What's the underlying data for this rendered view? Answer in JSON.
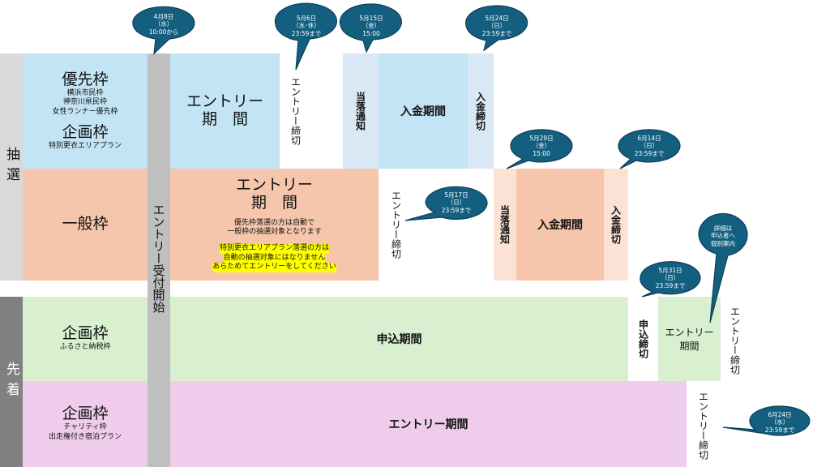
{
  "colors": {
    "lottery_label_bg": "#d9d9d9",
    "firstcome_label_bg": "#808080",
    "priority_blue": "#c3e4f4",
    "priority_light": "#dae8f5",
    "general_orange": "#f5c6ab",
    "general_light": "#fbe2d5",
    "furusato_green": "#d8f0d0",
    "charity_pink": "#f0ccec",
    "start_bar": "#bfbfbf",
    "callout": "#145f80"
  },
  "side_labels": {
    "lottery": "抽選",
    "first_come": "先着"
  },
  "start_bar_label": "エントリー受付開始",
  "rows": {
    "priority": {
      "title": "優先枠",
      "sub": [
        "横浜市民枠",
        "神奈川県民枠",
        "女性ランナー優先枠"
      ],
      "title2": "企画枠",
      "sub2": "特別更衣エリアプラン",
      "entry_period": [
        "エントリー",
        "期　間"
      ],
      "entry_deadline": "エントリー締切",
      "notice": "当落通知",
      "payment": "入金期間",
      "payment_deadline": "入金締切"
    },
    "general": {
      "title": "一般枠",
      "entry_period": [
        "エントリー",
        "期　間"
      ],
      "note1": [
        "優先枠落選の方は自動で",
        "一般枠の抽選対象となります"
      ],
      "note2": [
        "特別更衣エリアプラン落選の方は",
        "自動の抽選対象にはなりません",
        "あらためてエントリーをしてください"
      ],
      "entry_deadline": "エントリー締切",
      "notice": "当落通知",
      "payment": "入金期間",
      "payment_deadline": "入金締切"
    },
    "furusato": {
      "title": "企画枠",
      "sub": "ふるさと納税枠",
      "apply_period": "申込期間",
      "apply_deadline": "申込締切",
      "entry_period": [
        "エントリー",
        "期間"
      ],
      "entry_deadline": "エントリー締切"
    },
    "charity": {
      "title": "企画枠",
      "sub": [
        "チャリティ枠",
        "出走権付き宿泊プラン"
      ],
      "entry_period": "エントリー期間",
      "entry_deadline": "エントリー締切"
    }
  },
  "callouts": [
    {
      "id": "start",
      "lines": [
        "4月8日",
        "（水）",
        "10:00から"
      ]
    },
    {
      "id": "priority-entry-deadline",
      "lines": [
        "5月6日",
        "（水･休）",
        "23:59まで"
      ]
    },
    {
      "id": "priority-notice",
      "lines": [
        "5月15日",
        "（金）",
        "15:00"
      ]
    },
    {
      "id": "priority-payment-deadline",
      "lines": [
        "5月24日",
        "（日）",
        "23:59まで"
      ]
    },
    {
      "id": "general-entry-deadline",
      "lines": [
        "5月17日",
        "（日）",
        "23:59まで"
      ]
    },
    {
      "id": "general-notice",
      "lines": [
        "5月29日",
        "（金）",
        "15:00"
      ]
    },
    {
      "id": "general-payment-deadline",
      "lines": [
        "6月14日",
        "（日）",
        "23:59まで"
      ]
    },
    {
      "id": "furusato-apply-deadline",
      "lines": [
        "5月31日",
        "（日）",
        "23:59まで"
      ]
    },
    {
      "id": "furusato-entry-detail",
      "lines": [
        "詳細は",
        "申込者へ",
        "個別案内"
      ]
    },
    {
      "id": "charity-entry-deadline",
      "lines": [
        "6月24日",
        "（水）",
        "23:59まで"
      ]
    }
  ]
}
